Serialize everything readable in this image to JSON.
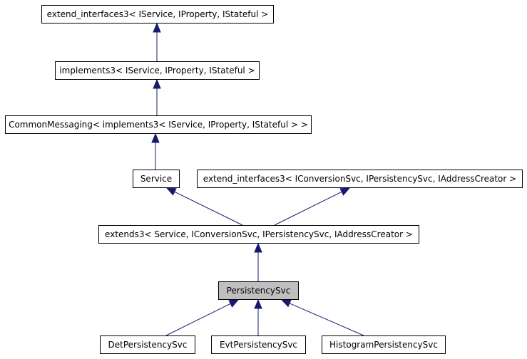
{
  "diagram": {
    "nodes": {
      "extend_interfaces_top": "extend_interfaces3< IService, IProperty, IStateful >",
      "implements3": "implements3< IService, IProperty, IStateful >",
      "common_messaging": "CommonMessaging< implements3< IService, IProperty, IStateful > >",
      "service": "Service",
      "extend_interfaces_conv": "extend_interfaces3< IConversionSvc, IPersistencySvc, IAddressCreator >",
      "extends3": "extends3< Service, IConversionSvc, IPersistencySvc, IAddressCreator >",
      "persistency_svc": "PersistencySvc",
      "det_persistency_svc": "DetPersistencySvc",
      "evt_persistency_svc": "EvtPersistencySvc",
      "histogram_persistency_svc": "HistogramPersistencySvc"
    },
    "edges": [
      {
        "from": "implements3",
        "to": "extend_interfaces_top"
      },
      {
        "from": "common_messaging",
        "to": "implements3"
      },
      {
        "from": "service",
        "to": "common_messaging"
      },
      {
        "from": "extends3",
        "to": "service"
      },
      {
        "from": "extends3",
        "to": "extend_interfaces_conv"
      },
      {
        "from": "persistency_svc",
        "to": "extends3"
      },
      {
        "from": "det_persistency_svc",
        "to": "persistency_svc"
      },
      {
        "from": "evt_persistency_svc",
        "to": "persistency_svc"
      },
      {
        "from": "histogram_persistency_svc",
        "to": "persistency_svc"
      }
    ],
    "colors": {
      "edge": "#191970",
      "node_border": "#000000",
      "node_fill": "#ffffff",
      "current_fill": "#bfbfbf"
    }
  }
}
